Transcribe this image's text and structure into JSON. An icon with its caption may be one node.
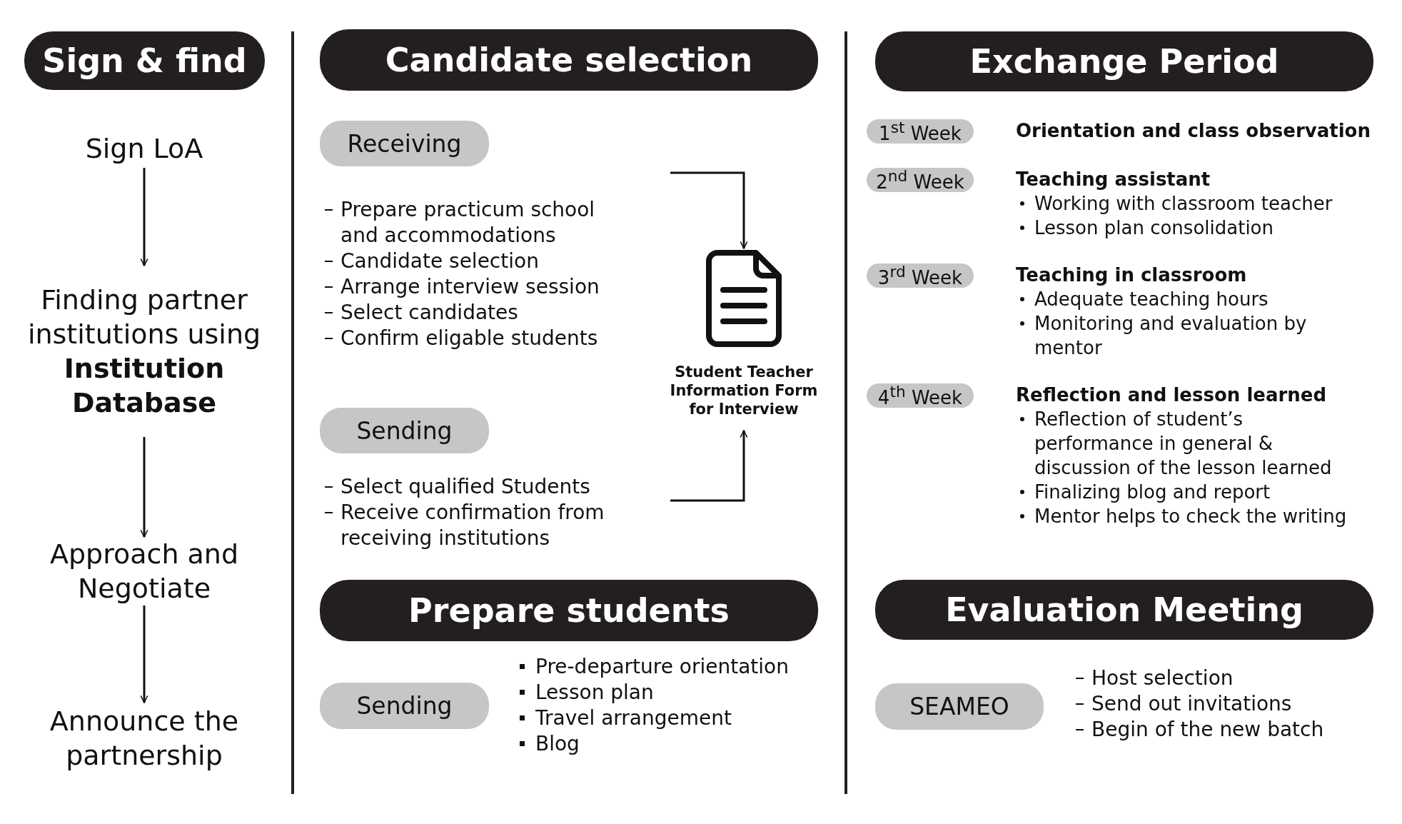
{
  "diagram": {
    "nodes": [
      {
        "text": [
          "Sign & find"
        ]
      },
      {
        "text": [
          "Sign LoA"
        ]
      },
      {
        "text": [
          "Finding partner institutions using **Institution Database**"
        ]
      },
      {
        "text": [
          "Approach and Negotiate"
        ]
      },
      {
        "text": [
          "Announce the partnership"
        ]
      },
      {
        "text": [
          "Candidate selection"
        ]
      },
      {
        "text": [
          "Receiving"
        ]
      },
      {
        "text": [
          "Sending"
        ]
      },
      {
        "text": [
          "Student Teacher Information Form for Interview"
        ]
      },
      {
        "text": [
          "Prepare students"
        ]
      },
      {
        "text": [
          "Sending"
        ]
      },
      {
        "text": [
          "Exchange Period"
        ]
      },
      {
        "text": [
          "1$^{st}$ Week"
        ]
      },
      {
        "text": [
          "2$^{nd}$ Week"
        ]
      },
      {
        "text": [
          "3$^{rd}$ Week"
        ]
      },
      {
        "text": [
          "4$^{th}$ Week"
        ]
      },
      {
        "text": [
          "Evaluation Meeting"
        ]
      },
      {
        "text": [
          "SEAMEO"
        ]
      }
    ],
    "edges": [
      {
        "from": 1,
        "to": 2,
        "arrow": "to"
      },
      {
        "from": 2,
        "to": 3,
        "arrow": "to"
      },
      {
        "from": 3,
        "to": 4,
        "arrow": "to"
      },
      {
        "from": null,
        "to": 8,
        "arrow": "to"
      },
      {
        "from": null,
        "to": 8,
        "arrow": "to"
      }
    ],
    "labels": [
      "Prepare practicum school and accommodations",
      "Candidate selection",
      "Arrange interview session",
      "Select candidates",
      "Confirm eligable students",
      "Select qualified Students",
      "Receive confirmation from receiving institutions",
      "Pre-departure orientation",
      "Lesson plan",
      "Travel arrangement",
      "Blog",
      "Orientation and class observation",
      "Teaching assistant",
      "Working with classroom teacher",
      "Lesson plan consolidation",
      "Teaching in classroom",
      "Adequate teaching hours",
      "Monitoring and evaluation by mentor",
      "Reflection and lesson learned",
      "Reflection of student’s performance in general & discussion of the lesson learned",
      "Finalizing blog and report",
      "Mentor helps to check the writing",
      "Host selection",
      "Send out invitations",
      "Begin of the new batch"
    ]
  }
}
